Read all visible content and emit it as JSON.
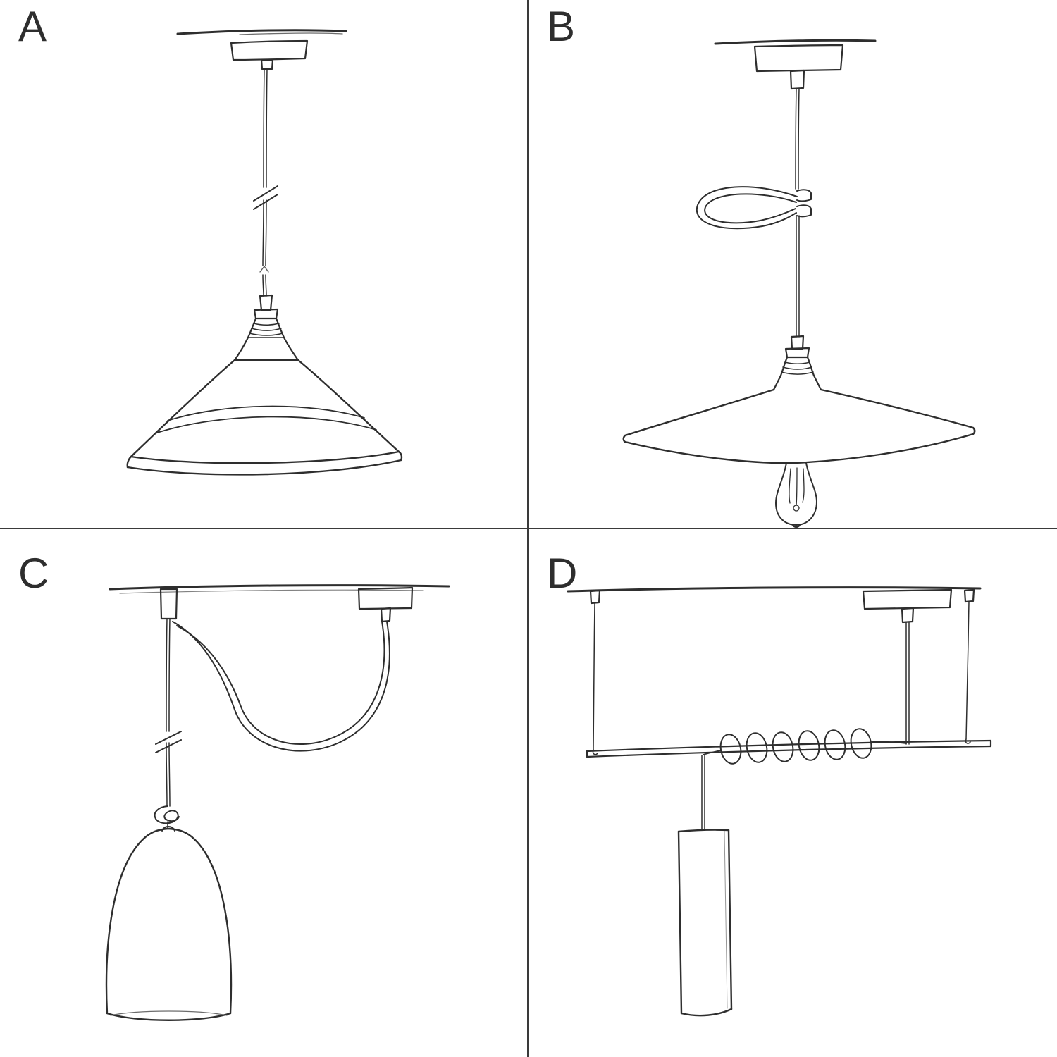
{
  "figure": {
    "kind": "hand-drawn-pendant-lamp-mounting-options",
    "grid": "2x2"
  },
  "colors": {
    "ink": "#2e2e2e",
    "background": "#ffffff",
    "divider": "#3a3a3a"
  },
  "quadrants": [
    {
      "label": "A",
      "sketch": "ceiling-rose-pendant-cable-with-industrial-bistro-shade"
    },
    {
      "label": "B",
      "sketch": "pendant-cable-with-loop-clip-flat-plate-shade-and-exposed-bulb"
    },
    {
      "label": "C",
      "sketch": "swag-cable-over-ceiling-hook-with-knot-and-bell-shade"
    },
    {
      "label": "D",
      "sketch": "horizontal-bar-on-two-wires-with-coiled-cable-and-tube-pendant"
    }
  ]
}
